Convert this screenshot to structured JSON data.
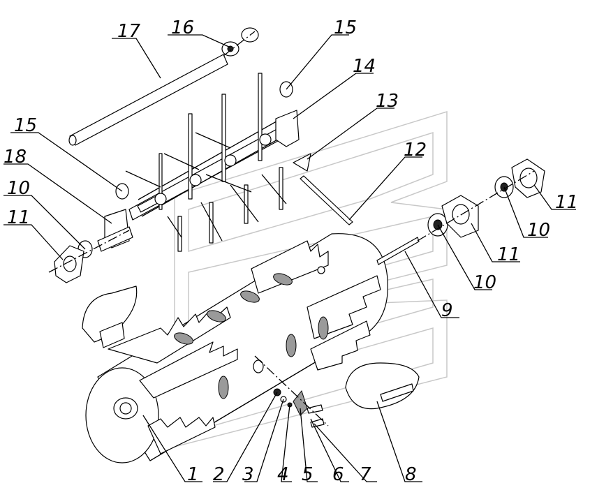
{
  "callouts": [
    "1",
    "2",
    "3",
    "4",
    "5",
    "6",
    "7",
    "8",
    "9",
    "10",
    "10",
    "10",
    "11",
    "11",
    "11",
    "12",
    "13",
    "14",
    "15",
    "15",
    "16",
    "17",
    "18"
  ]
}
